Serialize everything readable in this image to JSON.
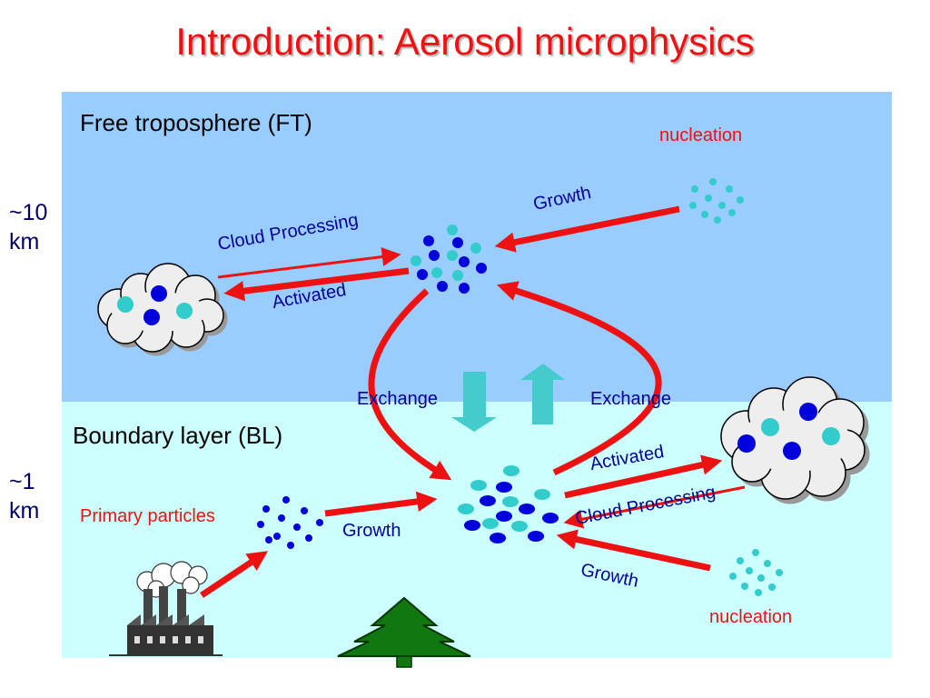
{
  "title": "Introduction: Aerosol microphysics",
  "altitudes": {
    "top": [
      "~10",
      "km"
    ],
    "bottom": [
      "~1",
      "km"
    ]
  },
  "layers": {
    "ft": "Free troposphere (FT)",
    "bl": "Boundary layer (BL)"
  },
  "labels": {
    "nucleation_ft": "nucleation",
    "growth_ft": "Growth",
    "cloud_processing_ft": "Cloud Processing",
    "activated_ft": "Activated",
    "exchange_left": "Exchange",
    "exchange_right": "Exchange",
    "activated_bl": "Activated",
    "cloud_processing_bl": "Cloud Processing",
    "primary_particles": "Primary particles",
    "growth_bl": "Growth",
    "growth_bl_nucleation": "Growth",
    "nucleation_bl": "nucleation"
  },
  "colors": {
    "title": "#ee1111",
    "ft_background": "#99ccff",
    "bl_background": "#ccffff",
    "arrow": "#ee1111",
    "exchange_arrow": "#44cccc",
    "particle_dark": "#0000dd",
    "particle_light": "#33cccc",
    "tree": "#117711"
  },
  "icons": [
    "cloud-icon",
    "factory-icon",
    "tree-icon",
    "particle-cluster-icon"
  ]
}
